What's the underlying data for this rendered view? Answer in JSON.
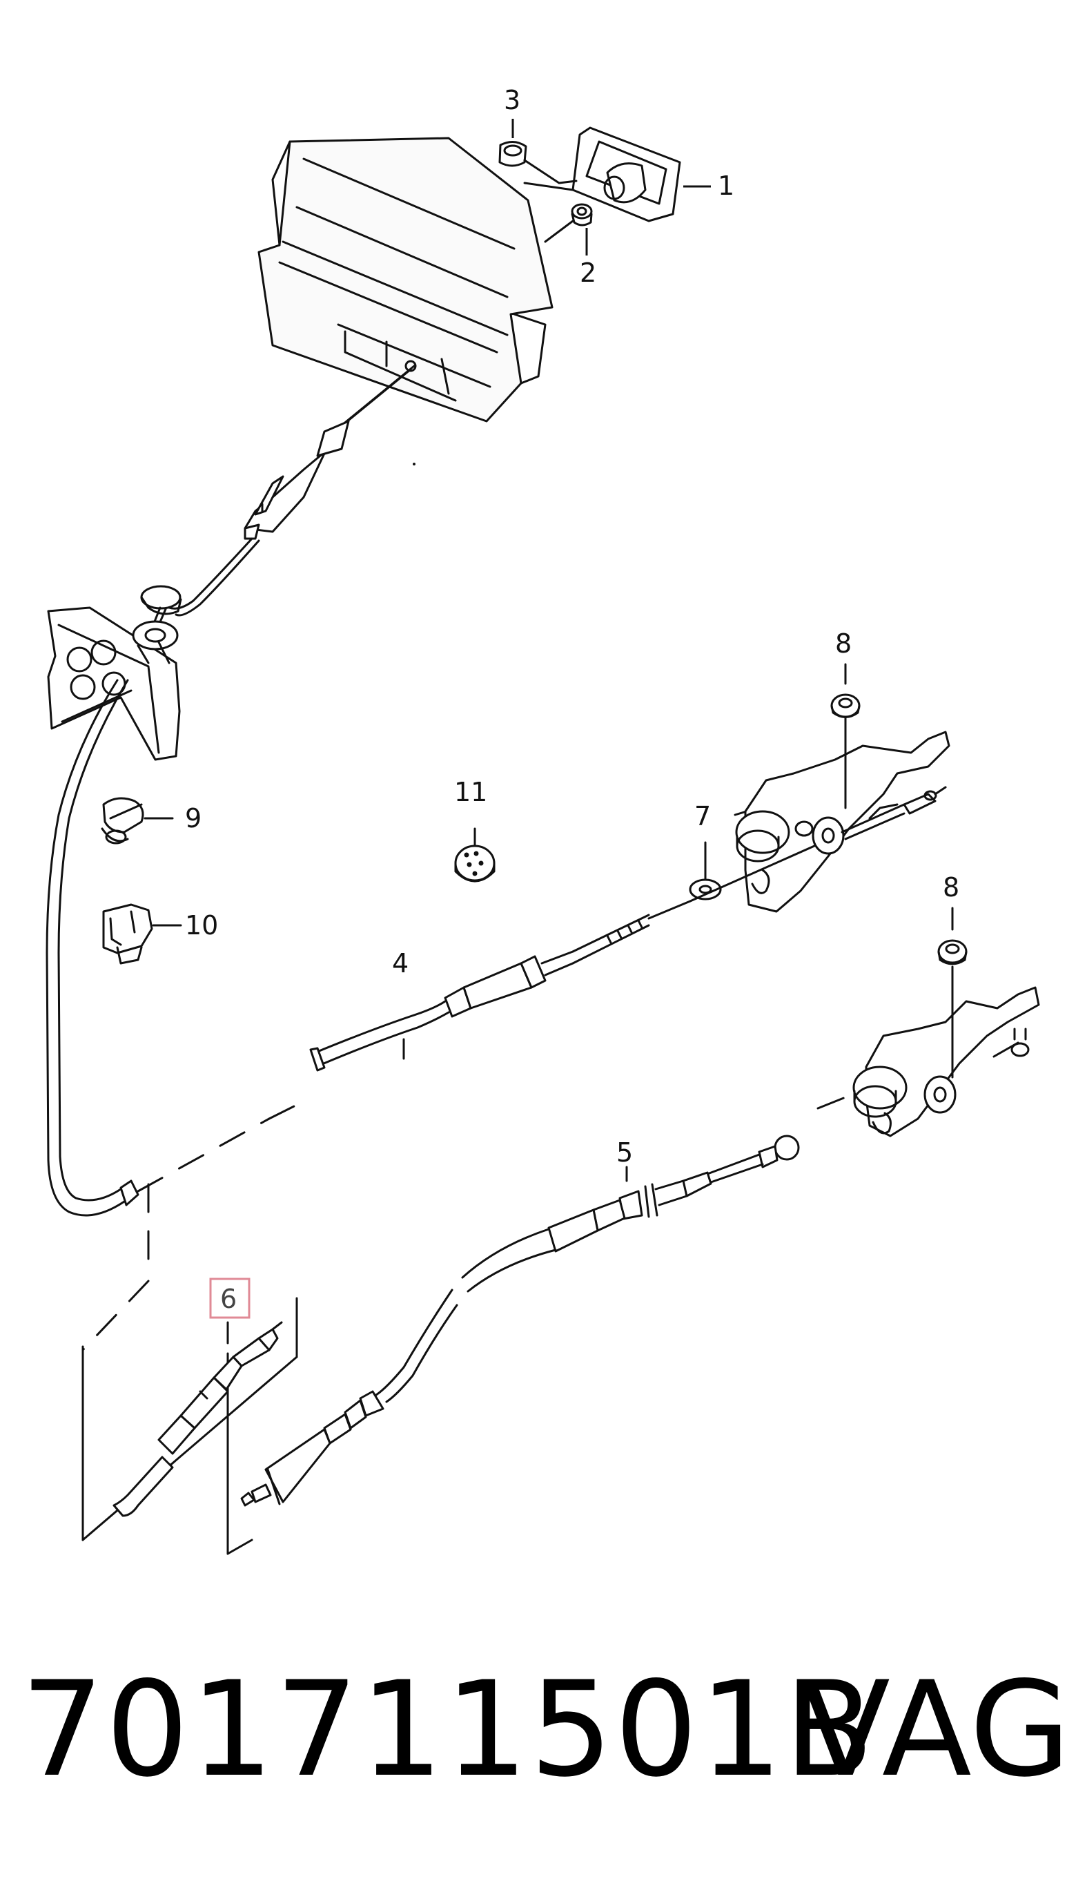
{
  "callouts": [
    {
      "id": "1",
      "label": "1"
    },
    {
      "id": "2",
      "label": "2"
    },
    {
      "id": "3",
      "label": "3"
    },
    {
      "id": "4",
      "label": "4"
    },
    {
      "id": "5",
      "label": "5"
    },
    {
      "id": "6",
      "label": "6",
      "highlighted": true
    },
    {
      "id": "7",
      "label": "7"
    },
    {
      "id": "8a",
      "label": "8"
    },
    {
      "id": "8b",
      "label": "8"
    },
    {
      "id": "9",
      "label": "9"
    },
    {
      "id": "10",
      "label": "10"
    },
    {
      "id": "11",
      "label": "11"
    }
  ],
  "highlight_color": "#e08a96",
  "footer": {
    "part_number": "701711501B",
    "brand": "VAG"
  }
}
